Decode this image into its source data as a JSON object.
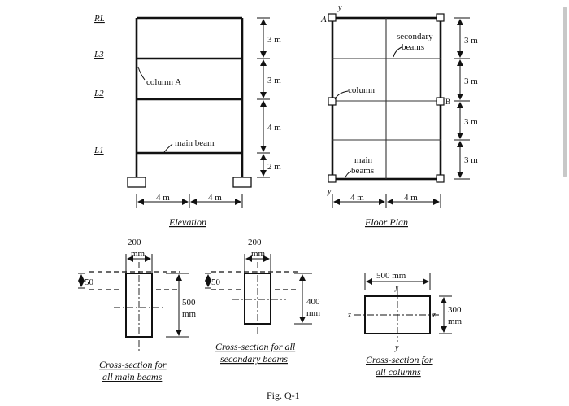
{
  "elevation": {
    "levels": [
      "RL",
      "L3",
      "L2",
      "L1"
    ],
    "heights": [
      "3 m",
      "3 m",
      "4 m",
      "2 m"
    ],
    "spans": [
      "4 m",
      "4 m"
    ],
    "labels": {
      "column": "column A",
      "main_beam": "main beam"
    },
    "caption": "Elevation"
  },
  "floor_plan": {
    "axis_y": "y",
    "point_a": "A",
    "point_b": "B",
    "labels": {
      "secondary_line1": "secondary",
      "secondary_line2": "beams",
      "column": "column",
      "main_line1": "main",
      "main_line2": "beams"
    },
    "heights": [
      "3 m",
      "3 m",
      "3 m",
      "3 m"
    ],
    "spans": [
      "4 m",
      "4 m"
    ],
    "caption": "Floor Plan"
  },
  "sections": {
    "main_beam": {
      "width_value": "200",
      "width_unit": "mm",
      "flange": "50",
      "depth_value": "500",
      "depth_unit": "mm",
      "caption_line1": "Cross-section for",
      "caption_line2": "all main beams"
    },
    "secondary_beam": {
      "width_value": "200",
      "width_unit": "mm",
      "flange": "50",
      "depth_value": "400",
      "depth_unit": "mm",
      "caption_line1": "Cross-section for all",
      "caption_line2": "secondary beams"
    },
    "column": {
      "width": "500 mm",
      "axis_y": "y",
      "axis_z": "z",
      "depth_value": "300",
      "depth_unit": "mm",
      "caption_line1": "Cross-section for",
      "caption_line2": "all columns"
    }
  },
  "figure_label": "Fig. Q-1"
}
